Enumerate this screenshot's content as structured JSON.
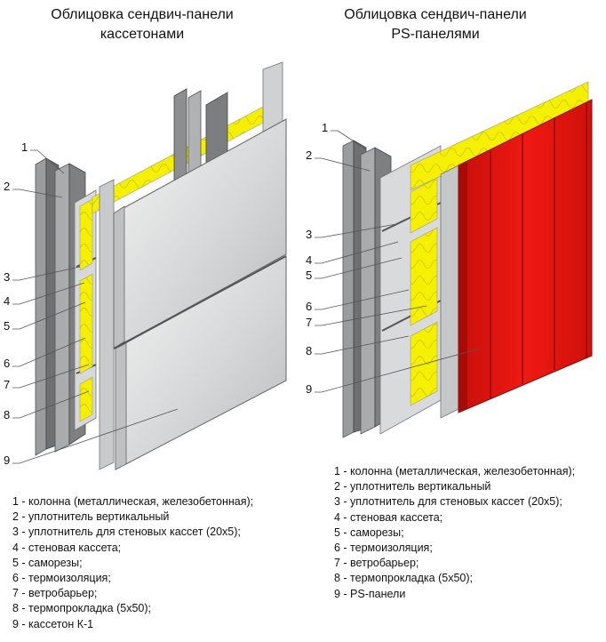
{
  "left": {
    "title_line1": "Облицовка сендвич-панели",
    "title_line2": "кассетонами",
    "callouts": [
      "1",
      "2",
      "3",
      "4",
      "5",
      "6",
      "7",
      "8",
      "9"
    ],
    "legend": [
      "1 - колонна (металлическая, железобетонная);",
      "2 - уплотнитель вертикальный",
      "3 - уплотнитель для стеновых кассет (20х5);",
      "4 - стеновая кассета;",
      "5 - саморезы;",
      "6 - термоизоляция;",
      "7 - ветробарьер;",
      "8 - термопрокладка (5х50);",
      "9 - кассетон К-1"
    ]
  },
  "right": {
    "title_line1": "Облицовка сендвич-панели",
    "title_line2": "PS-панелями",
    "callouts": [
      "1",
      "2",
      "3",
      "4",
      "5",
      "6",
      "7",
      "8",
      "9"
    ],
    "legend": [
      "1 - колонна (металлическая, железобетонная);",
      "2 - уплотнитель вертикальный",
      "3 - уплотнитель для стеновых кассет (20х5);",
      "4 - стеновая кассета;",
      "5 - саморезы;",
      "6 - термоизоляция;",
      "7 - ветробарьер;",
      "8 - термопрокладка (5х50);",
      "9 - PS-панели"
    ]
  },
  "colors": {
    "insulation": "#f5f000",
    "ps_panel": "#e8140f",
    "cassette": "#d9dadb",
    "steel": "#8a8c8e"
  }
}
